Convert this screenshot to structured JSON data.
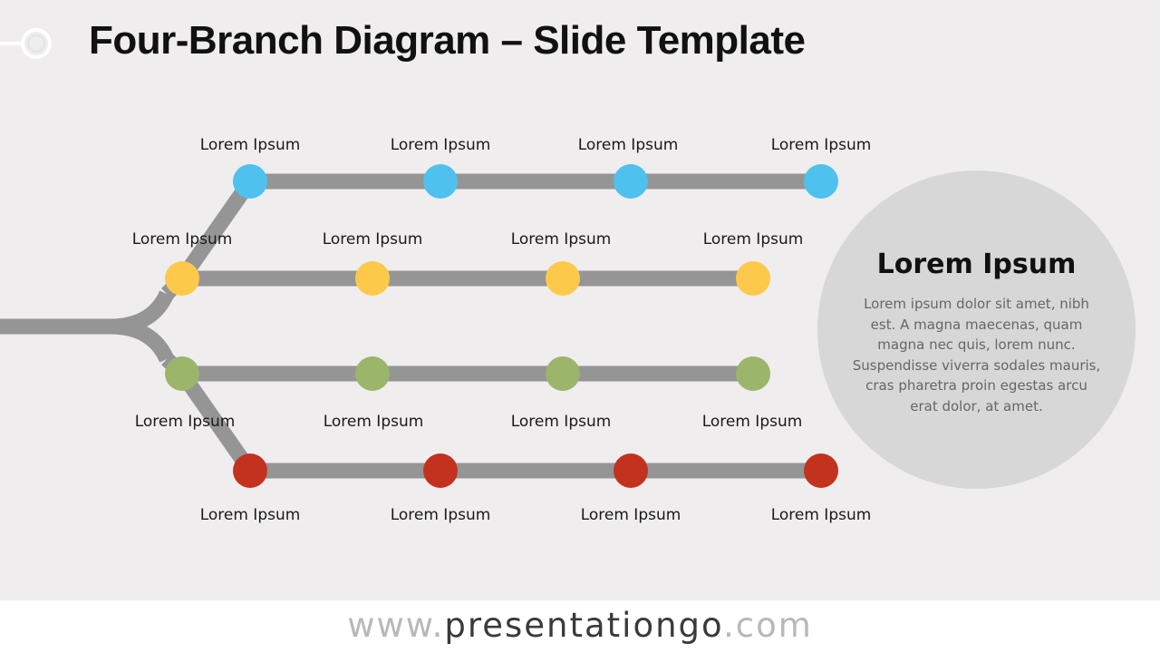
{
  "title": "Four-Branch Diagram – Slide Template",
  "colors": {
    "track": "#959595",
    "branch1": "#4fc1ef",
    "branch2": "#fdc94a",
    "branch3": "#9bb56a",
    "branch4": "#c2321f",
    "panel": "#d7d7d7"
  },
  "branches": [
    {
      "color": "branch1",
      "labels": [
        "Lorem Ipsum",
        "Lorem Ipsum",
        "Lorem Ipsum",
        "Lorem Ipsum"
      ]
    },
    {
      "color": "branch2",
      "labels": [
        "Lorem Ipsum",
        "Lorem Ipsum",
        "Lorem Ipsum",
        "Lorem Ipsum"
      ]
    },
    {
      "color": "branch3",
      "labels": [
        "Lorem Ipsum",
        "Lorem Ipsum",
        "Lorem Ipsum",
        "Lorem Ipsum"
      ]
    },
    {
      "color": "branch4",
      "labels": [
        "Lorem Ipsum",
        "Lorem Ipsum",
        "Lorem Ipsum",
        "Lorem Ipsum"
      ]
    }
  ],
  "info": {
    "title": "Lorem Ipsum",
    "body": "Lorem ipsum dolor sit amet, nibh est. A magna maecenas, quam magna nec quis, lorem nunc. Suspendisse viverra sodales mauris, cras pharetra proin egestas arcu erat dolor, at amet."
  },
  "footer": {
    "url_prefix": "www.",
    "url_main": "presentationgo",
    "url_suffix": ".com"
  }
}
